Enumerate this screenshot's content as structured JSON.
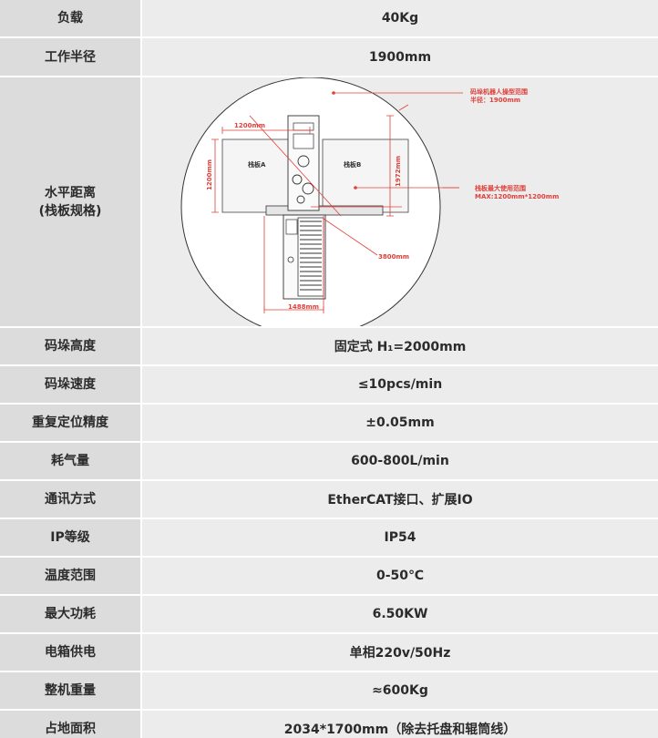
{
  "specs": [
    {
      "label": "负载",
      "value": "40Kg"
    },
    {
      "label": "工作半径",
      "value": "1900mm"
    },
    {
      "label": "水平距离\n(栈板规格)",
      "value": ""
    },
    {
      "label": "码垛高度",
      "value": "固定式 H₁=2000mm"
    },
    {
      "label": "码垛速度",
      "value": "≤10pcs/min"
    },
    {
      "label": "重复定位精度",
      "value": "±0.05mm"
    },
    {
      "label": "耗气量",
      "value": "600-800L/min"
    },
    {
      "label": "通讯方式",
      "value": "EtherCAT接口、扩展IO"
    },
    {
      "label": "IP等级",
      "value": "IP54"
    },
    {
      "label": "温度范围",
      "value": "0-50℃"
    },
    {
      "label": "最大功耗",
      "value": "6.50KW"
    },
    {
      "label": "电箱供电",
      "value": "单相220v/50Hz"
    },
    {
      "label": "整机重量",
      "value": "≈600Kg"
    },
    {
      "label": "占地面积",
      "value": "2034*1700mm（除去托盘和辊筒线）"
    }
  ],
  "diagram": {
    "pallet_a": "栈板A",
    "pallet_b": "栈板B",
    "dim_1200_top": "1200mm",
    "dim_1200_side": "1200mm",
    "dim_1972": "1972mm",
    "dim_3800": "3800mm",
    "dim_1488": "1488mm",
    "note_radius_1": "码垛机器人操型范围",
    "note_radius_2": "半径：1900mm",
    "note_pallet_1": "栈板最大使用范围",
    "note_pallet_2": "MAX:1200mm*1200mm",
    "accent_color": "#e0403a"
  }
}
